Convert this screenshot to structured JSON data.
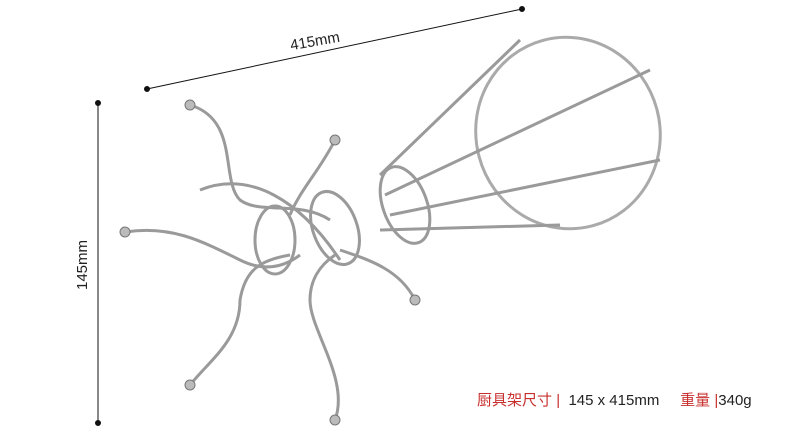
{
  "dimensions": {
    "width": "415mm",
    "height": "145mm"
  },
  "spec": {
    "size_label": "厨具架尺寸",
    "separator": "|",
    "size_value": "145 x 415mm",
    "weight_label": "重量",
    "weight_value": "340g"
  },
  "colors": {
    "accent": "#c8302e",
    "wire": "#9a9a9a"
  }
}
